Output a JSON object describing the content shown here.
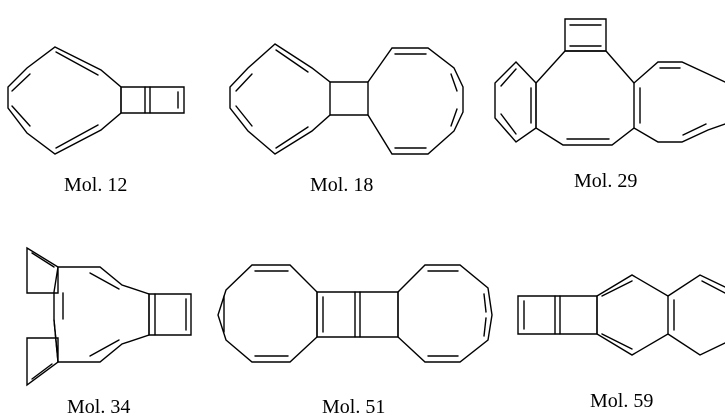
{
  "figure": {
    "molecules": [
      {
        "id": "mol-12",
        "label": "Mol. 12"
      },
      {
        "id": "mol-18",
        "label": "Mol. 18"
      },
      {
        "id": "mol-29",
        "label": "Mol. 29"
      },
      {
        "id": "mol-34",
        "label": "Mol. 34"
      },
      {
        "id": "mol-51",
        "label": "Mol. 51"
      },
      {
        "id": "mol-59",
        "label": "Mol. 59"
      }
    ],
    "colors": {
      "bond": "#000000",
      "background": "#ffffff"
    }
  }
}
